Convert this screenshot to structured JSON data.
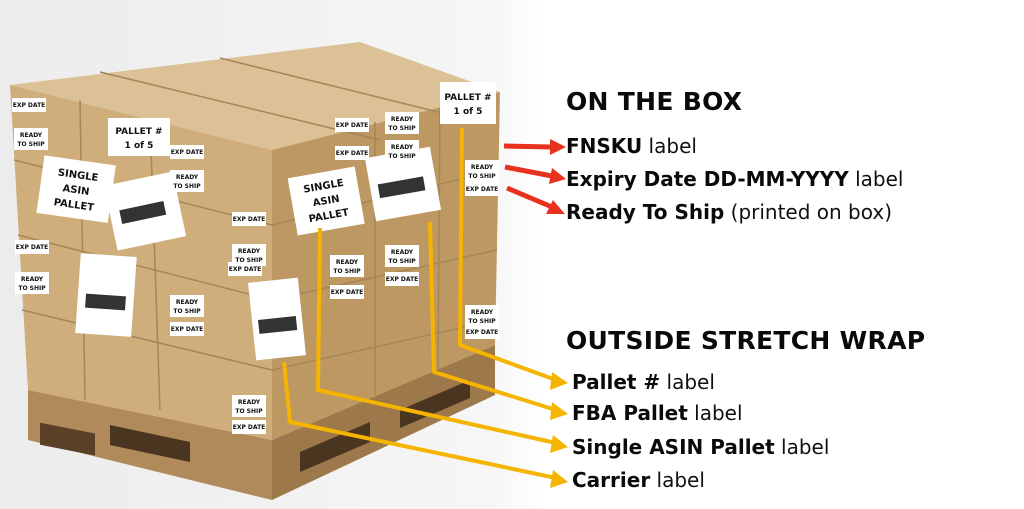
{
  "on_the_box": {
    "heading": "ON THE BOX",
    "items": [
      {
        "bold": "FNSKU",
        "rest": " label"
      },
      {
        "bold": "Expiry Date DD-MM-YYYY",
        "rest": " label"
      },
      {
        "bold": "Ready To Ship",
        "rest": " (printed on box)"
      }
    ],
    "arrow_color": "#e8321e"
  },
  "outside_stretch_wrap": {
    "heading": "OUTSIDE STRETCH WRAP",
    "items": [
      {
        "bold": "Pallet #",
        "rest": " label"
      },
      {
        "bold": "FBA Pallet",
        "rest": " label"
      },
      {
        "bold": "Single ASIN Pallet",
        "rest": " label"
      },
      {
        "bold": "Carrier",
        "rest": " label"
      }
    ],
    "line_color": "#f5b400"
  },
  "box_labels": {
    "pallet_number_line1": "PALLET #",
    "pallet_number_line2": "1 of 5",
    "single_asin_1": "SINGLE",
    "single_asin_2": "ASIN",
    "single_asin_3": "PALLET",
    "exp_date": "EXP DATE",
    "ready_1": "READY",
    "ready_2": "TO SHIP"
  },
  "colors": {
    "cardboard_front": "#cfae7c",
    "cardboard_side": "#bf9a63",
    "cardboard_top": "#dcc197",
    "pallet_wood": "#b89364"
  }
}
